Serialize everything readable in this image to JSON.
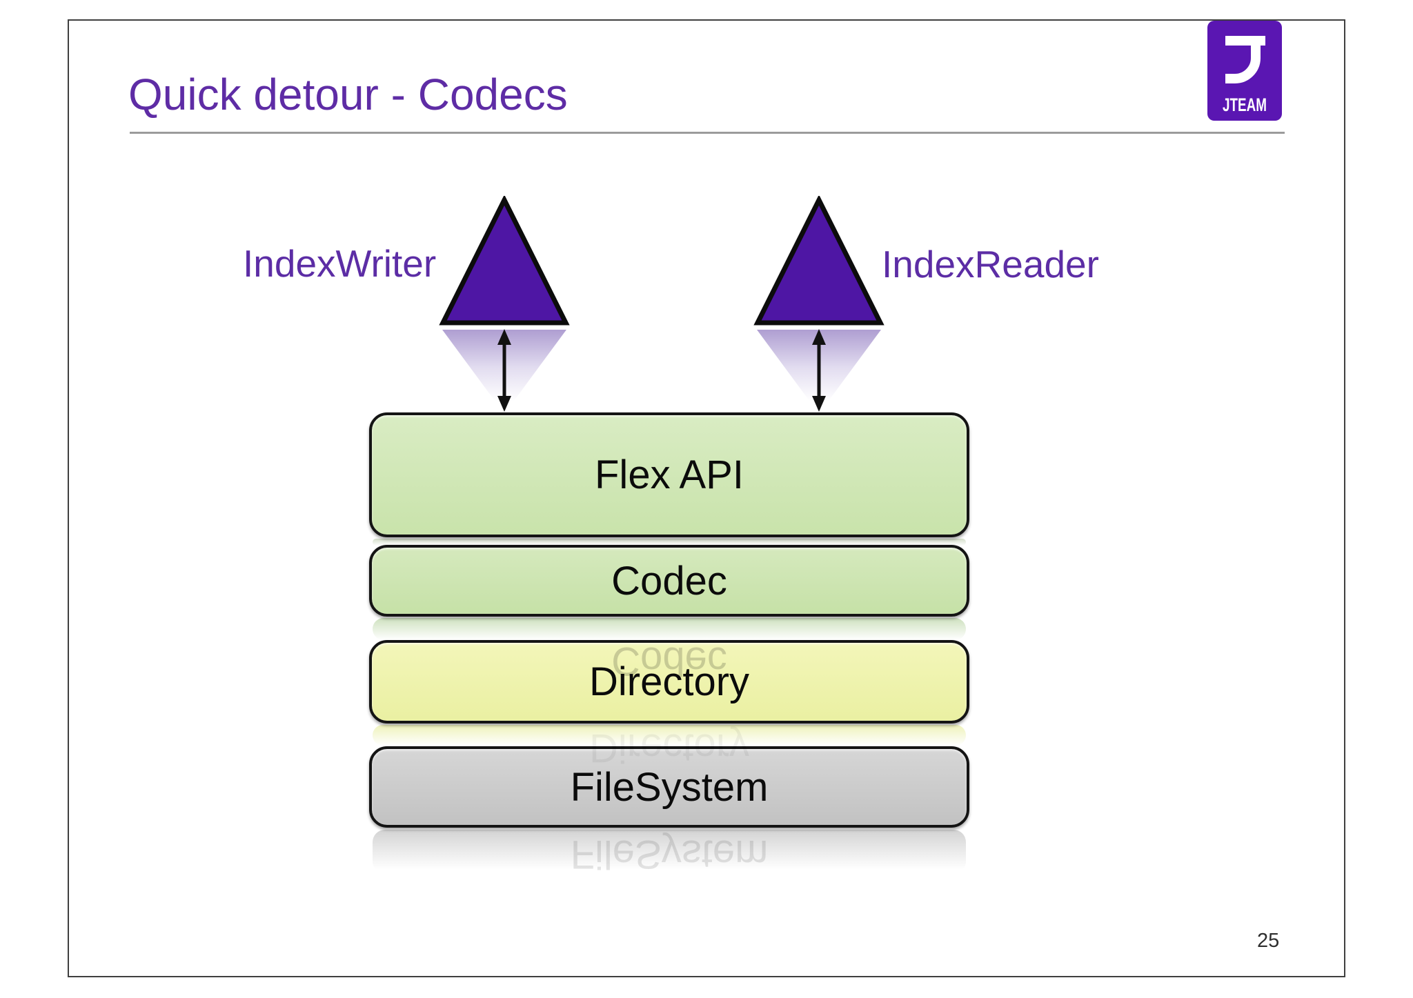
{
  "slide": {
    "title": "Quick detour - Codecs",
    "page_number": "25",
    "logo": {
      "text": "JTEAM",
      "glyph": "stylized-j-icon",
      "bg_color": "#5a16b2"
    },
    "labels": {
      "index_writer": "IndexWriter",
      "index_reader": "IndexReader"
    },
    "layers": [
      {
        "label": "Flex API",
        "color": "#cde6b2"
      },
      {
        "label": "Codec",
        "color": "#cde6b2"
      },
      {
        "label": "Directory",
        "color": "#eff3ad"
      },
      {
        "label": "FileSystem",
        "color": "#cccccc"
      }
    ],
    "colors": {
      "title": "#5e2ca5",
      "actor_label": "#5c2da5",
      "triangle_fill": "#4e16a4",
      "layer_border": "#141414",
      "title_rule": "#9b9b9b"
    }
  }
}
